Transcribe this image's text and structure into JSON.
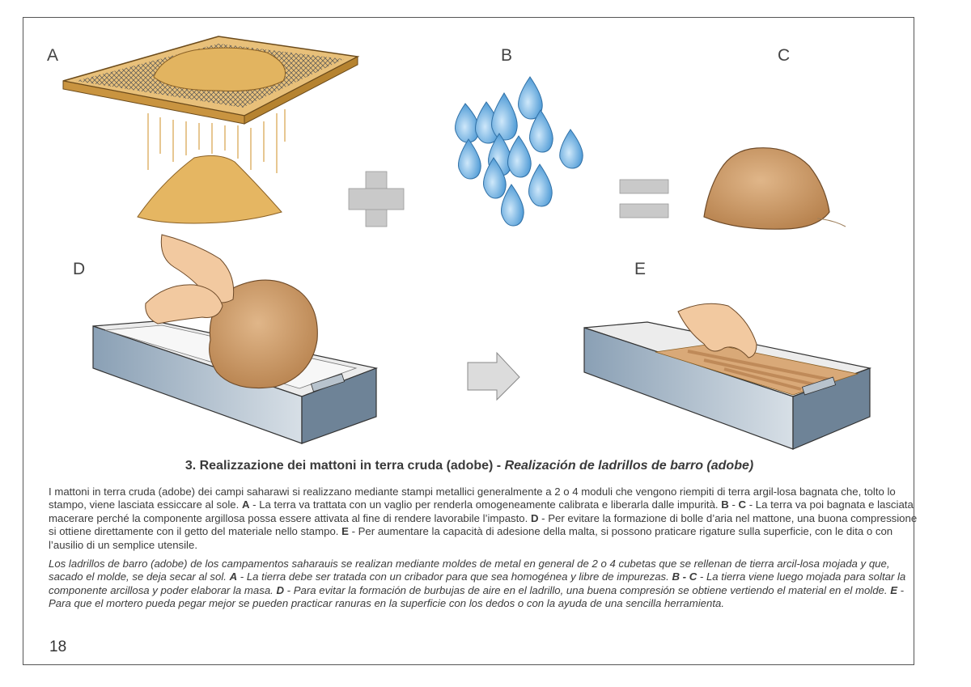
{
  "panels": {
    "a": "A",
    "b": "B",
    "c": "C",
    "d": "D",
    "e": "E"
  },
  "title": {
    "it": "3. Realizzazione dei mattoni in terra cruda (adobe) - ",
    "es": "Realización de ladrillos de barro (adobe)"
  },
  "paragraph_it": {
    "s1": "I mattoni in terra cruda (adobe) dei campi saharawi si realizzano mediante stampi metallici generalmente a 2 o 4 moduli che vengono riempiti di terra argil-losa bagnata che, tolto lo stampo, viene lasciata essiccare al sole.  ",
    "k1": "A",
    "s2": " - La terra va trattata con un vaglio per renderla omogeneamente calibrata e liberarla dalle impurità. ",
    "k2": "B",
    "s3": " - ",
    "k3": "C",
    "s4": " - La terra va poi bagnata e lasciata macerare perché la componente argillosa possa essere attivata al fine di rendere lavorabile l’impasto. ",
    "k4": "D",
    "s5": " - Per evitare la formazione di bolle d’aria nel mattone, una buona compressione si ottiene direttamente con il getto del materiale nello stampo. ",
    "k5": "E",
    "s6": " - Per aumentare la capacità di adesione della malta, si possono praticare rigature sulla superficie, con le dita o con l’ausilio di un semplice utensile."
  },
  "paragraph_es": {
    "s1": "Los ladrillos de barro (adobe) de los campamentos saharauis se realizan mediante moldes de metal en general de 2 o 4 cubetas que se rellenan de tierra arcil-losa mojada y que, sacado el molde, se deja secar al sol.  ",
    "k1": "A",
    "s2": " - La tierra debe ser tratada con un cribador para que sea homogénea y libre de impurezas. ",
    "k2": "B - C",
    "s3": " - La tierra viene luego mojada para soltar la componente arcillosa y poder elaborar la masa. ",
    "k3": "D",
    "s4": " - Para evitar la formación de burbujas de aire en el ladrillo, una buena compresión se obtiene vertiendo el material en el molde. ",
    "k4": "E",
    "s5": " - Para que el mortero pueda pegar mejor se pueden practicar ranuras en la superficie con los dedos o con la ayuda de una sencilla herramienta."
  },
  "page_number": "18",
  "colors": {
    "sand": "#e0b35e",
    "frame_wood": "#dcae5e",
    "water": "#79b8e6",
    "clay": "#cf9f6e",
    "metal": "#7f94a8",
    "symbol_gray": "#c9c9c9"
  }
}
